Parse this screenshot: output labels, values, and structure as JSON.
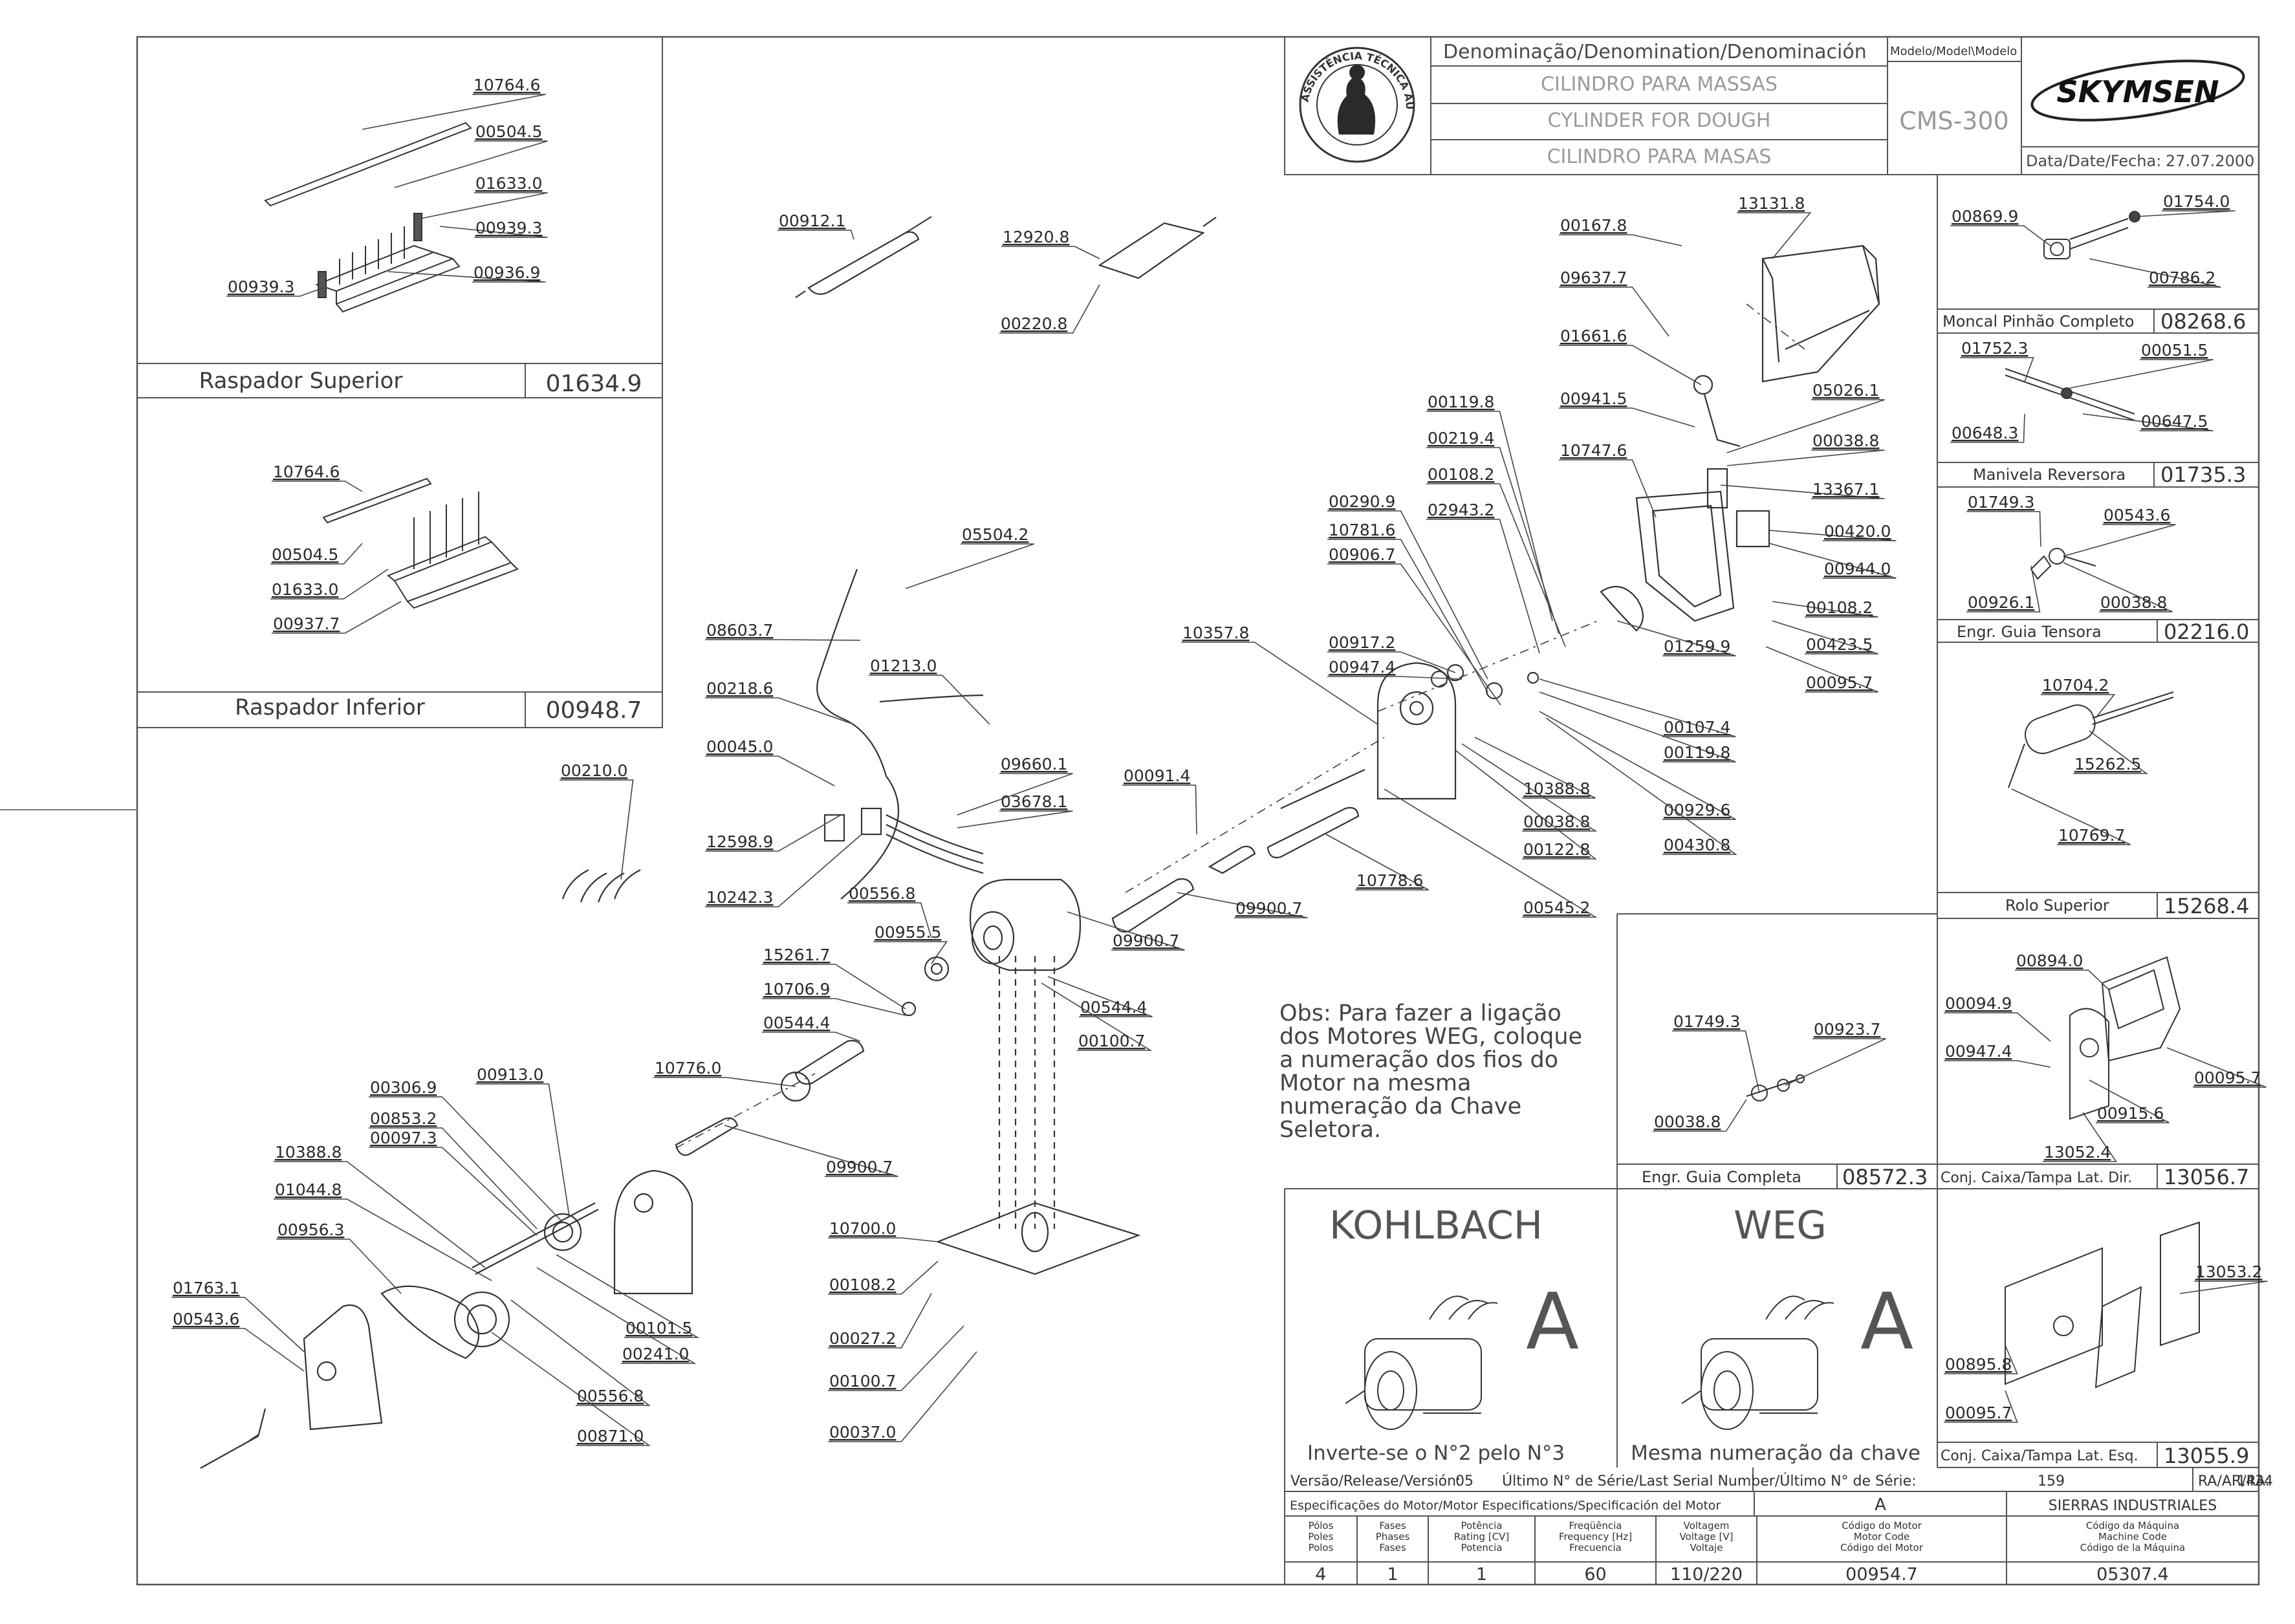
{
  "title_block": {
    "denomination_header": "Denominação/Denomination/Denominación",
    "model_header": "Modelo/Model\\Modelo",
    "names": [
      "CILINDRO PARA MASSAS",
      "CYLINDER FOR DOUGH",
      "CILINDRO PARA MASAS"
    ],
    "model": "CMS-300",
    "brand": "SKYMSEN",
    "date_label": "Data/Date/Fecha:",
    "date": "27.07.2000",
    "seal_text": "ASSISTÊNCIA TÉCNICA AUTORIZADA"
  },
  "subassemblies": [
    {
      "name": "Raspador Superior",
      "code": "01634.9"
    },
    {
      "name": "Raspador Inferior",
      "code": "00948.7"
    },
    {
      "name": "Moncal Pinhão Completo",
      "code": "08268.6"
    },
    {
      "name": "Manivela Reversora",
      "code": "01735.3"
    },
    {
      "name": "Engr. Guia Tensora",
      "code": "02216.0"
    },
    {
      "name": "Rolo Superior",
      "code": "15268.4"
    },
    {
      "name": "Engr. Guia Completa",
      "code": "08572.3"
    },
    {
      "name": "Conj. Caixa/Tampa Lat. Dir.",
      "code": "13056.7"
    },
    {
      "name": "Conj. Caixa/Tampa Lat. Esq.",
      "code": "13055.9"
    }
  ],
  "part_labels": [
    "10764.6",
    "00504.5",
    "01633.0",
    "00939.3",
    "00936.9",
    "00939.3",
    "10764.6",
    "00504.5",
    "01633.0",
    "00937.7",
    "00912.1",
    "12920.8",
    "00220.8",
    "00167.8",
    "13131.8",
    "09637.7",
    "01661.6",
    "00941.5",
    "05026.1",
    "00038.8",
    "13367.1",
    "10747.6",
    "00420.0",
    "00944.0",
    "00108.2",
    "00423.5",
    "00095.7",
    "01259.9",
    "00119.8",
    "00219.4",
    "00108.2",
    "02943.2",
    "00290.9",
    "10781.6",
    "00906.7",
    "10357.8",
    "00917.2",
    "00947.4",
    "00107.4",
    "00119.8",
    "10388.8",
    "00038.8",
    "00122.8",
    "00929.6",
    "00430.8",
    "00545.2",
    "10778.6",
    "05504.2",
    "08603.7",
    "01213.0",
    "00218.6",
    "00045.0",
    "12598.9",
    "09660.1",
    "03678.1",
    "10242.3",
    "00091.4",
    "00556.8",
    "00955.5",
    "09900.7",
    "09900.7",
    "00544.4",
    "15261.7",
    "10706.9",
    "00544.4",
    "00100.7",
    "10776.0",
    "00210.0",
    "00306.9",
    "00913.0",
    "00853.2",
    "00097.3",
    "10388.8",
    "01044.8",
    "00956.3",
    "09900.7",
    "01763.1",
    "00543.6",
    "00101.5",
    "00241.0",
    "00556.8",
    "00871.0",
    "10700.0",
    "00108.2",
    "00027.2",
    "00100.7",
    "00037.0",
    "00869.9",
    "01754.0",
    "00786.2",
    "01752.3",
    "00051.5",
    "00648.3",
    "00647.5",
    "01749.3",
    "00543.6",
    "00926.1",
    "00038.8",
    "10704.2",
    "15262.5",
    "10769.7",
    "01749.3",
    "00923.7",
    "00038.8",
    "00894.0",
    "00094.9",
    "00947.4",
    "00095.7",
    "00915.6",
    "13052.4",
    "13053.2",
    "00895.8",
    "00095.7"
  ],
  "note": [
    "Obs: Para fazer a ligação",
    "dos Motores WEG, coloque",
    "a numeração dos fios do",
    "Motor na mesma",
    "numeração da Chave",
    "Seletora."
  ],
  "motors": [
    {
      "brand": "KOHLBACH",
      "letter": "A",
      "caption": "Inverte-se o N°2 pelo N°3"
    },
    {
      "brand": "WEG",
      "letter": "A",
      "caption": "Mesma numeração da chave"
    }
  ],
  "version_row": {
    "version_label": "Versão/Release/Versión:",
    "version": "05",
    "serial_label": "Último N° de Série/Last Serial Number/Último N° de Série:",
    "serial": "159",
    "ra_label": "RA/AR/RA:",
    "ra": "1434"
  },
  "motor_spec": {
    "header": "Especificações do Motor/Motor Especifications/Specificación del Motor",
    "motor_letter": "A",
    "maker": "SIERRAS INDUSTRIALES",
    "columns": [
      {
        "label": "Pólos\nPoles\nPolos",
        "value": "4"
      },
      {
        "label": "Fases\nPhases\nFases",
        "value": "1"
      },
      {
        "label": "Potência\nRating [CV]\nPotencia",
        "value": "1"
      },
      {
        "label": "Freqüência\nFrequency [Hz]\nFrecuencia",
        "value": "60"
      },
      {
        "label": "Voltagem\nVoltage [V]\nVoltaje",
        "value": "110/220"
      },
      {
        "label": "Código do Motor\nMotor Code\nCódigo del Motor",
        "value": "00954.7"
      },
      {
        "label": "Código da Máquina\nMachine Code\nCódigo de la Máquina",
        "value": "05307.4"
      }
    ]
  }
}
